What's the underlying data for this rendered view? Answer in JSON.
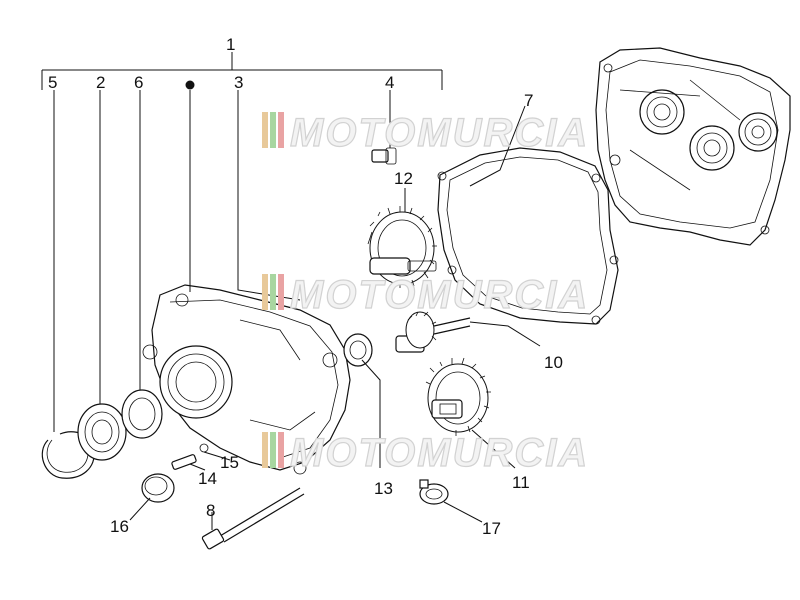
{
  "diagram": {
    "labels": {
      "p1": "1",
      "p2": "2",
      "p3": "3",
      "p4": "4",
      "p5": "5",
      "p6": "6",
      "p7": "7",
      "p8": "8",
      "p10": "10",
      "p11": "11",
      "p12": "12",
      "p13": "13",
      "p14": "14",
      "p15": "15",
      "p16": "16",
      "p17": "17"
    },
    "watermark": {
      "text": "MOTOMURCIA"
    },
    "colors": {
      "ink": "#111111",
      "watermark_stroke": "#d2d2d2",
      "watermark_stripe_1": "#e8c99a",
      "watermark_stripe_2": "#a8d6a0",
      "watermark_stripe_3": "#e9a3a3"
    }
  }
}
